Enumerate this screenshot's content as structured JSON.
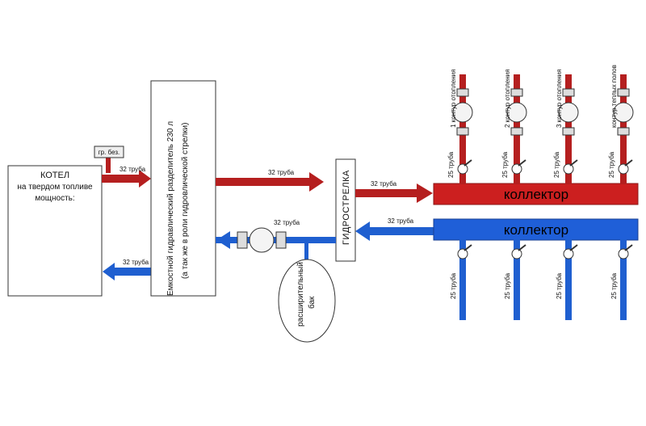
{
  "boiler": {
    "line1": "КОТЕЛ",
    "line2": "на твердом топливе",
    "line3": "мощность:"
  },
  "safety_group_label": "гр. без.",
  "accumulator": {
    "line1": "Емкостной гидравлический разделитель 230 л",
    "line2": "(а так же в роли гидровлической стрелки)"
  },
  "hydro_arrow_label": "ГИДРОСТРЕЛКА",
  "expansion_tank": {
    "line1": "расширительный",
    "line2": "бак"
  },
  "pipe_labels": {
    "boiler_to_accumulator": "32 труба",
    "accumulator_to_hydro": "32 труба",
    "hydro_to_supply_collector": "32 труба",
    "return_collector_to_hydro": "32 труба",
    "return_pump_line": "32 труба",
    "accumulator_to_boiler": "32 труба"
  },
  "supply_collector_label": "коллектор",
  "return_collector_label": "коллектор",
  "supply_branches": [
    {
      "circuit_label": "1 контур отопления",
      "pipe_label": "25 труба"
    },
    {
      "circuit_label": "2 контур отопления",
      "pipe_label": "25 труба"
    },
    {
      "circuit_label": "3 контур отопления",
      "pipe_label": "25 труба"
    },
    {
      "circuit_label": "контур теплых полов",
      "pipe_label": "25 труба"
    }
  ],
  "return_branches": [
    {
      "pipe_label": "25 труба"
    },
    {
      "pipe_label": "25 труба"
    },
    {
      "pipe_label": "25 труба"
    },
    {
      "pipe_label": "25 труба"
    }
  ],
  "colors": {
    "hot": "#b51f1f",
    "cold": "#1f5fd0",
    "collector_hot": "#cc1f1f",
    "collector_cold": "#1f5fd8"
  }
}
